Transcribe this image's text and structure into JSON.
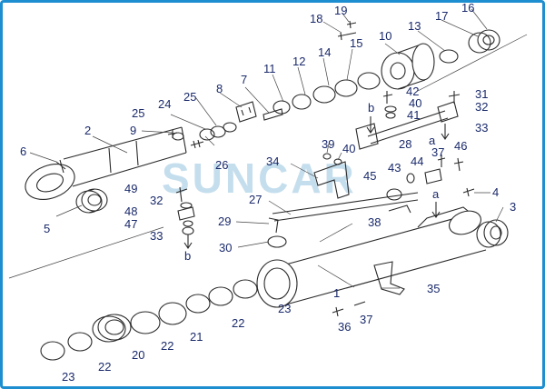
{
  "watermark": "SUNCAR",
  "colors": {
    "label": "#1a2a6b",
    "frame": "#1d8fd0",
    "watermark": "#7fb8d8"
  },
  "callouts": {
    "c1": "1",
    "c2": "2",
    "c3": "3",
    "c4": "4",
    "c5": "5",
    "c6": "6",
    "c7": "7",
    "c8": "8",
    "c9": "9",
    "c10": "10",
    "c11": "11",
    "c12": "12",
    "c13": "13",
    "c14": "14",
    "c15": "15",
    "c16": "16",
    "c17": "17",
    "c18": "18",
    "c19": "19",
    "c20": "20",
    "c21": "21",
    "c22a": "22",
    "c22b": "22",
    "c22c": "22",
    "c23a": "23",
    "c23b": "23",
    "c24": "24",
    "c25a": "25",
    "c25b": "25",
    "c26": "26",
    "c27": "27",
    "c28": "28",
    "c29": "29",
    "c30": "30",
    "c31": "31",
    "c32a": "32",
    "c32b": "32",
    "c33a": "33",
    "c33b": "33",
    "c34": "34",
    "c35": "35",
    "c36": "36",
    "c37a": "37",
    "c37b": "37",
    "c38": "38",
    "c39": "39",
    "c40a": "40",
    "c40b": "40",
    "c41": "41",
    "c42": "42",
    "c43": "43",
    "c44": "44",
    "c45": "45",
    "c46": "46",
    "c47": "47",
    "c48": "48",
    "c49": "49",
    "refA1": "a",
    "refA2": "a",
    "refB1": "b",
    "refB2": "b"
  }
}
